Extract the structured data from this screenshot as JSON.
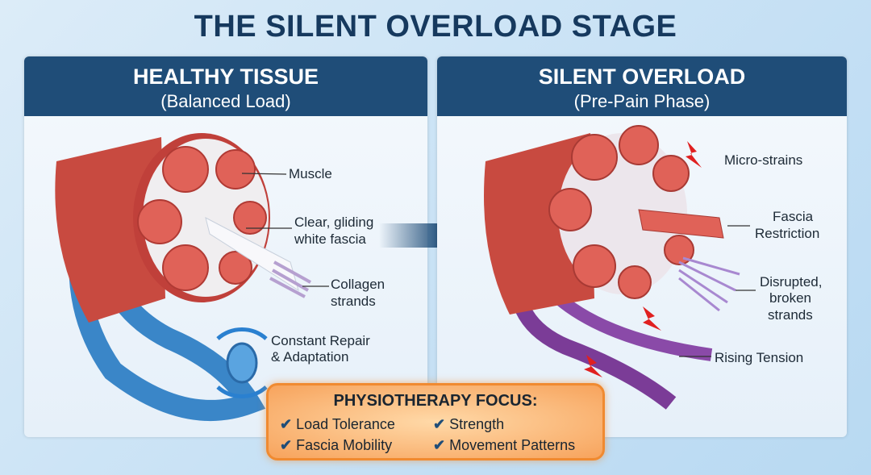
{
  "title": "THE SILENT OVERLOAD STAGE",
  "left_panel": {
    "heading": "HEALTHY TISSUE",
    "subheading": "(Balanced Load)",
    "labels": {
      "muscle": "Muscle",
      "fascia_1": "Clear, gliding",
      "fascia_2": "white fascia",
      "collagen_1": "Collagen",
      "collagen_2": "strands",
      "repair_1": "Constant Repair",
      "repair_2": "& Adaptation"
    }
  },
  "right_panel": {
    "heading": "SILENT OVERLOAD",
    "subheading": "(Pre-Pain Phase)",
    "labels": {
      "microstrains": "Micro-strains",
      "restriction_1": "Fascia",
      "restriction_2": "Restriction",
      "disrupted_1": "Disrupted,",
      "disrupted_2": "broken",
      "disrupted_3": "strands",
      "tension": "Rising Tension"
    }
  },
  "focus": {
    "title": "PHYSIOTHERAPY FOCUS:",
    "items": [
      "Load Tolerance",
      "Strength",
      "Fascia Mobility",
      "Movement Patterns"
    ],
    "check_icon": "checkmark-icon"
  },
  "colors": {
    "navy": "#1f4d78",
    "title": "#16395e",
    "muscle": "#d4524a",
    "vessel_blue": "#3a86c8",
    "vessel_purple": "#7b3c97",
    "orange": "#f7a35c",
    "bolt": "#e02020"
  }
}
